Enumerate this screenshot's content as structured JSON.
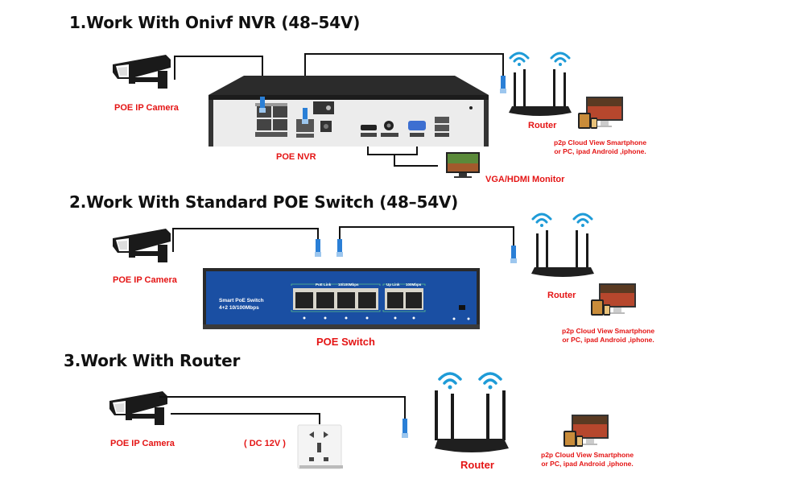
{
  "sections": [
    {
      "title": "1.Work With Onivf NVR (48–54V)",
      "camera_label": "POE IP Camera",
      "device_label": "POE NVR",
      "monitor_label": "VGA/HDMI Monitor",
      "router_label": "Router",
      "p2p_line1": "p2p Cloud  View Smartphone",
      "p2p_line2": "or PC, ipad Android ,iphone."
    },
    {
      "title": "2.Work With Standard POE Switch (48–54V)",
      "camera_label": "POE IP Camera",
      "device_label": "POE Switch",
      "switch_brand_line1": "Smart PoE Switch",
      "switch_brand_line2": "4+2 10/100Mbps",
      "poe_link_label": "PoE Link",
      "poe_speed_label": "10/100Mbps",
      "uplink_label": "Up Link",
      "uplink_speed_label": "100Mbps",
      "router_label": "Router",
      "p2p_line1": "p2p Cloud  View Smartphone",
      "p2p_line2": "or PC, ipad Android ,iphone."
    },
    {
      "title": "3.Work With Router",
      "camera_label": "POE IP Camera",
      "power_label": "( DC 12V )",
      "router_label": "Router",
      "p2p_line1": "p2p Cloud  View Smartphone",
      "p2p_line2": "or PC, ipad Android ,iphone."
    }
  ],
  "icons": {
    "camera": "cctv-camera-icon",
    "router": "wifi-router-icon",
    "devices": "pc-tablet-phone-icon",
    "monitor": "monitor-icon",
    "outlet": "power-outlet-icon",
    "rj45": "rj45-connector-icon"
  },
  "colors": {
    "label_red": "#e41414",
    "wire": "#111111",
    "connector_blue": "#2a7fd6",
    "switch_blue": "#1a4fa3",
    "wifi_blue": "#1e9bd7"
  }
}
